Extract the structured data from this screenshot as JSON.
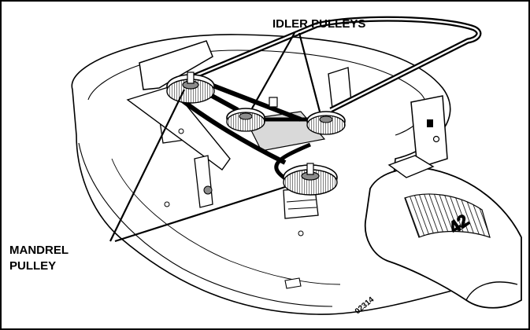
{
  "labels": {
    "idler_pulleys": "IDLER PULLEYS",
    "mandrel_line1": "MANDREL",
    "mandrel_line2": "PULLEY",
    "deck_size": "42",
    "figure_code": "02314"
  },
  "colors": {
    "ink": "#000000",
    "paper": "#ffffff",
    "shade": "#d9d9d9",
    "dark_shade": "#8c8c8c"
  }
}
